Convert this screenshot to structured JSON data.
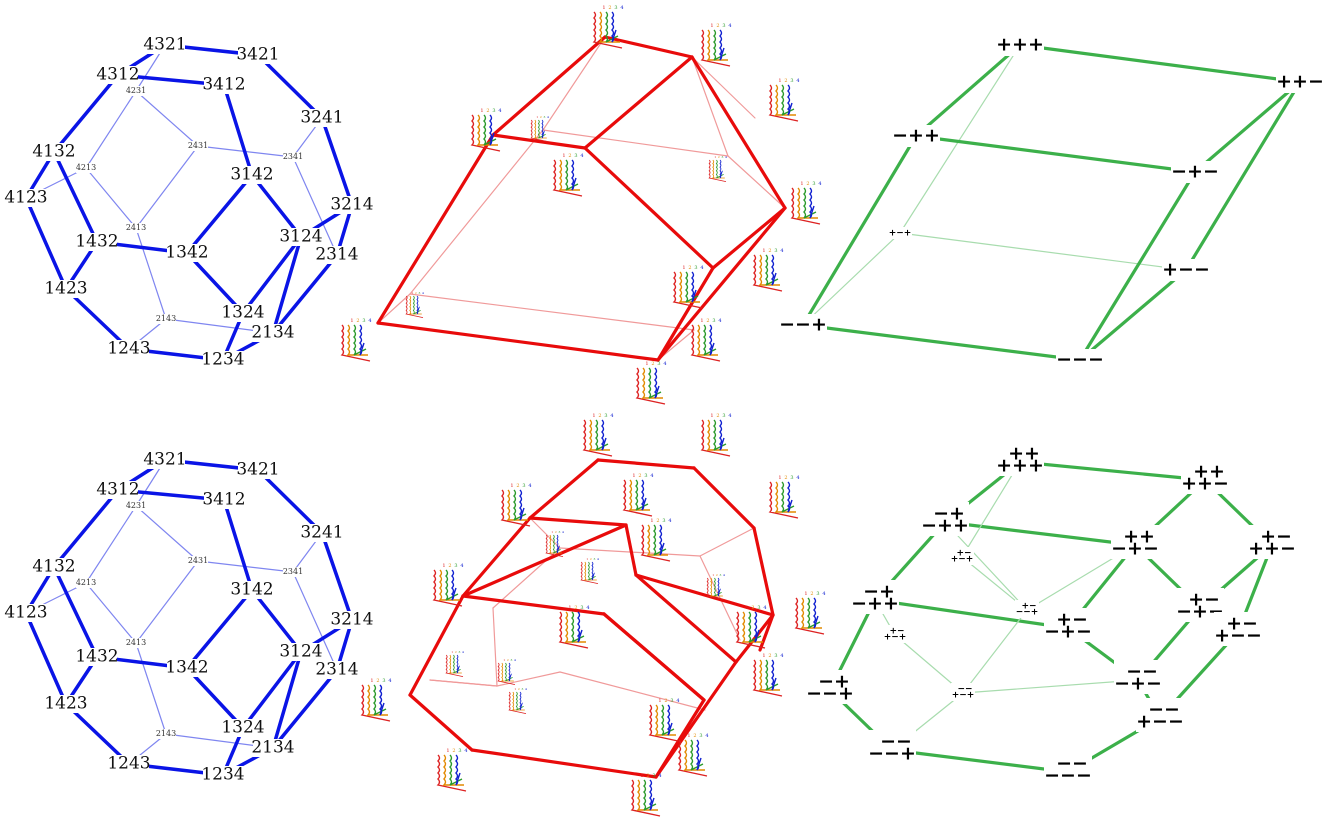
{
  "colors": {
    "permutahedron": "#0a14e6",
    "permutahedron_light": "#7f86f0",
    "cube_like": "#e80b0b",
    "cube_like_light": "#f09a9a",
    "sign_poly": "#3cb04a",
    "sign_poly_light": "#a8dcae",
    "wire_colors": [
      "#d22",
      "#e28a00",
      "#2a9a2a",
      "#1020d0"
    ],
    "wire_label_colors": [
      "#d22",
      "#e28a00",
      "#2a9a2a",
      "#1020d0"
    ]
  },
  "permutahedron": {
    "bold_labels": [
      "4321",
      "3421",
      "4312",
      "3412",
      "3241",
      "4132",
      "4123",
      "3142",
      "3214",
      "3124",
      "1432",
      "1342",
      "2314",
      "1423",
      "1324",
      "2134",
      "1243",
      "1234"
    ],
    "light_labels": [
      "4231",
      "2431",
      "2341",
      "4213",
      "2413",
      "2143"
    ]
  },
  "sign_poly_top": {
    "bold_labels": [
      "+++",
      "++−",
      "−++",
      "−+−",
      "+−−",
      "−−+",
      "−−−"
    ],
    "light_labels": [
      "+−+"
    ]
  },
  "sign_poly_bottom": {
    "bold_labels": [
      [
        "++",
        "+++"
      ],
      [
        "++",
        "++−"
      ],
      [
        "−+",
        "−++"
      ],
      [
        "++",
        "−+−"
      ],
      [
        "+−",
        "++−"
      ],
      [
        "−+",
        "−++"
      ],
      [
        "+−",
        "−+−"
      ],
      [
        "+−",
        "−+−"
      ],
      [
        "+−",
        "+−−"
      ],
      [
        "−+",
        "−−+"
      ],
      [
        "−−",
        "−+−"
      ],
      [
        "−−",
        "+−−"
      ],
      [
        "−−",
        "−−+"
      ],
      [
        "−−",
        "−−−"
      ]
    ],
    "light_labels": [
      [
        "+−",
        "+−+"
      ],
      [
        "+−",
        "−−+"
      ],
      [
        "+−",
        "+−+"
      ],
      [
        "−−",
        "+−+"
      ]
    ]
  },
  "wire_label_digits": [
    "1",
    "2",
    "3",
    "4"
  ]
}
